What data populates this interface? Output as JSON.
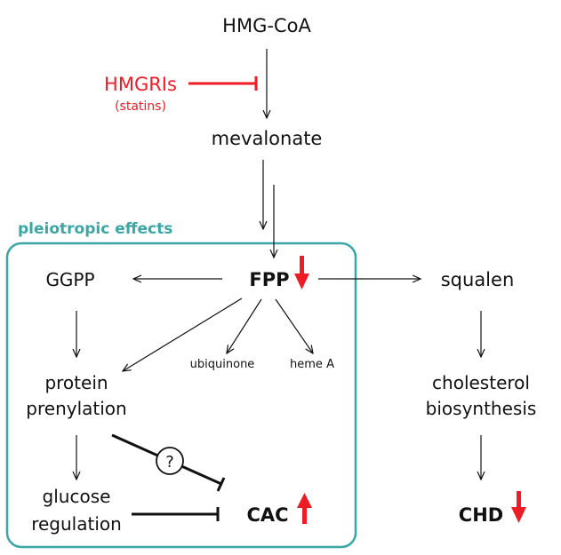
{
  "colors": {
    "accent_red": "#ee1c25",
    "teal": "#3aa6a6",
    "text": "#111111"
  },
  "nodes": {
    "hmg_coa": "HMG-CoA",
    "hmgris": "HMGRIs",
    "statins": "(statins)",
    "mevalonate": "mevalonate",
    "pleiotropic": "pleiotropic effects",
    "ggpp": "GGPP",
    "fpp": "FPP",
    "squalen": "squalen",
    "ubiquinone": "ubiquinone",
    "heme_a": "heme A",
    "protein_line1": "protein",
    "protein_line2": "prenylation",
    "question": "?",
    "glucose_line1": "glucose",
    "glucose_line2": "regulation",
    "cac": "CAC",
    "cholesterol_line1": "cholesterol",
    "cholesterol_line2": "biosynthesis",
    "chd": "CHD"
  },
  "indicators": {
    "fpp": "down",
    "cac": "up",
    "chd": "down"
  }
}
